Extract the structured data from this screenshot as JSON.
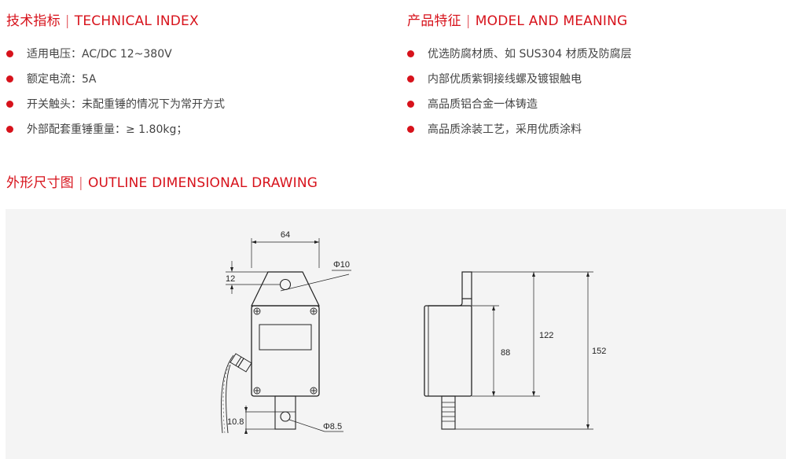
{
  "tech": {
    "title_cn": "技术指标",
    "separator": "|",
    "title_en": "TECHNICAL INDEX",
    "items": [
      "适用电压：AC/DC 12~380V",
      "额定电流：5A",
      "开关触头：未配重锤的情况下为常开方式",
      "外部配套重锤重量：≥ 1.80kg；"
    ]
  },
  "features": {
    "title_cn": "产品特征",
    "separator": "|",
    "title_en": "MODEL AND MEANING",
    "items": [
      "优选防腐材质、如 SUS304 材质及防腐层",
      "内部优质紫铜接线螺及镀银触电",
      "高品质铝合金一体铸造",
      "高品质涂装工艺，采用优质涂料"
    ]
  },
  "drawing": {
    "title_cn": "外形尺寸图",
    "separator": "|",
    "title_en": "OUTLINE DIMENSIONAL DRAWING",
    "dims": {
      "width": "64",
      "hole": "Φ10",
      "top_height": "12",
      "bottom_height": "10.8",
      "bottom_hole": "Φ8.5",
      "body_height": "88",
      "mid_height": "122",
      "total_height": "152"
    }
  },
  "colors": {
    "accent": "#d7121b",
    "panel": "#f4f4f4",
    "line": "#222222"
  }
}
